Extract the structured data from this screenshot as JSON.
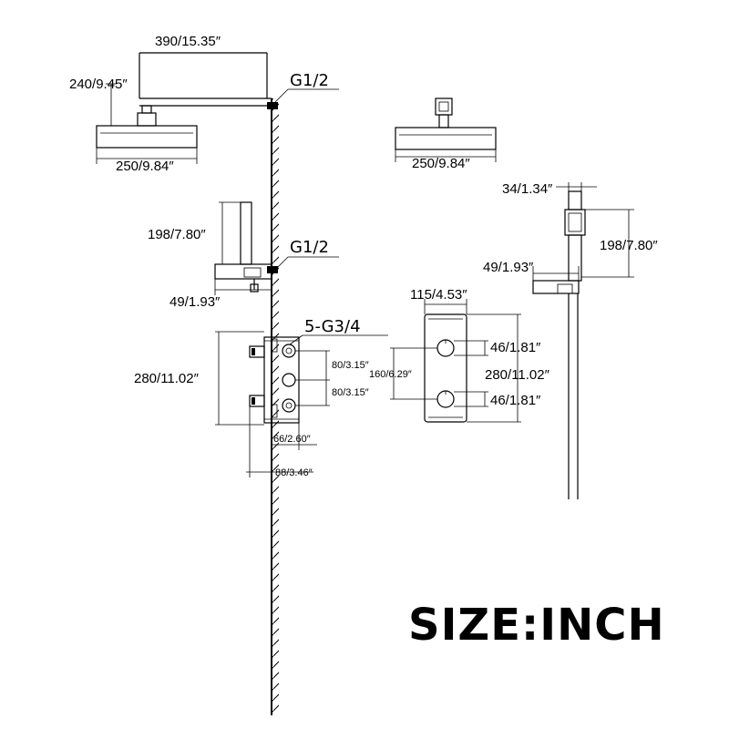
{
  "labels": {
    "arm_length": "390/15.35″",
    "arm_drop": "240/9.45″",
    "thread_top": "G1/2",
    "head_left_width": "250/9.84″",
    "head_right_width": "250/9.84″",
    "holder_height": "198/7.80″",
    "thread_mid": "G1/2",
    "outlet_depth": "49/1.93″",
    "hand_width": "34/1.34″",
    "hand_height": "198/7.80″",
    "hand_outlet": "49/1.93″",
    "thread_valve": "5-G3/4",
    "valve_body_height": "280/11.02″",
    "port_spacing_1": "80/3.15″",
    "port_spacing_2": "80/3.15″",
    "port_total": "160/6.29″",
    "depth_min": "66/2.60″",
    "depth_max": "88/3.46″",
    "plate_width": "115/4.53″",
    "knob_top": "46/1.81″",
    "plate_height": "280/11.02″",
    "knob_bottom": "46/1.81″",
    "size_caption": "SIZE:INCH"
  }
}
